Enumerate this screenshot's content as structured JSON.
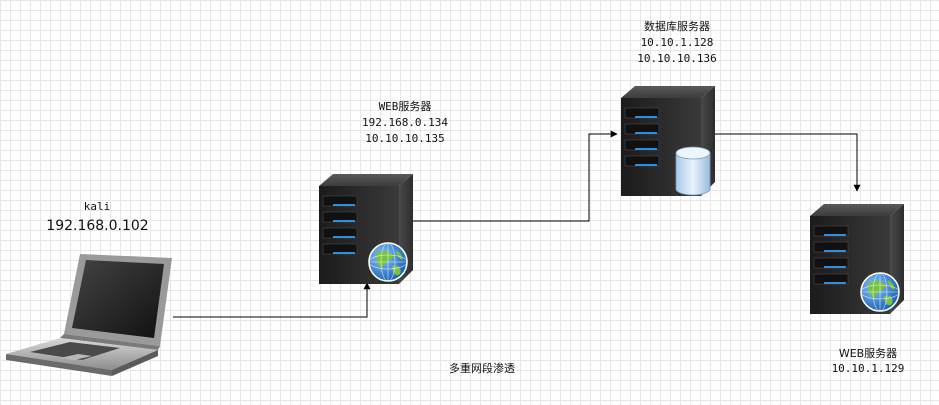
{
  "nodes": {
    "kali": {
      "name": "kali",
      "ip": "192.168.0.102",
      "icon": "laptop-icon"
    },
    "web1": {
      "name": "WEB服务器",
      "ips": [
        "192.168.0.134",
        "10.10.10.135"
      ],
      "icon": "web-server-icon"
    },
    "db": {
      "name": "数据库服务器",
      "ips": [
        "10.10.1.128",
        "10.10.10.136"
      ],
      "icon": "database-server-icon"
    },
    "web2": {
      "name": "WEB服务器",
      "ips": [
        "10.10.1.129"
      ],
      "icon": "web-server-icon"
    }
  },
  "caption": "多重网段渗透",
  "colors": {
    "server_body": "#2a2a2a",
    "server_light": "#2f8fdc",
    "globe": "#2f7fd0",
    "globe_land": "#78c048",
    "db_cylinder": "#cfe3f3",
    "edge": "#000000"
  }
}
